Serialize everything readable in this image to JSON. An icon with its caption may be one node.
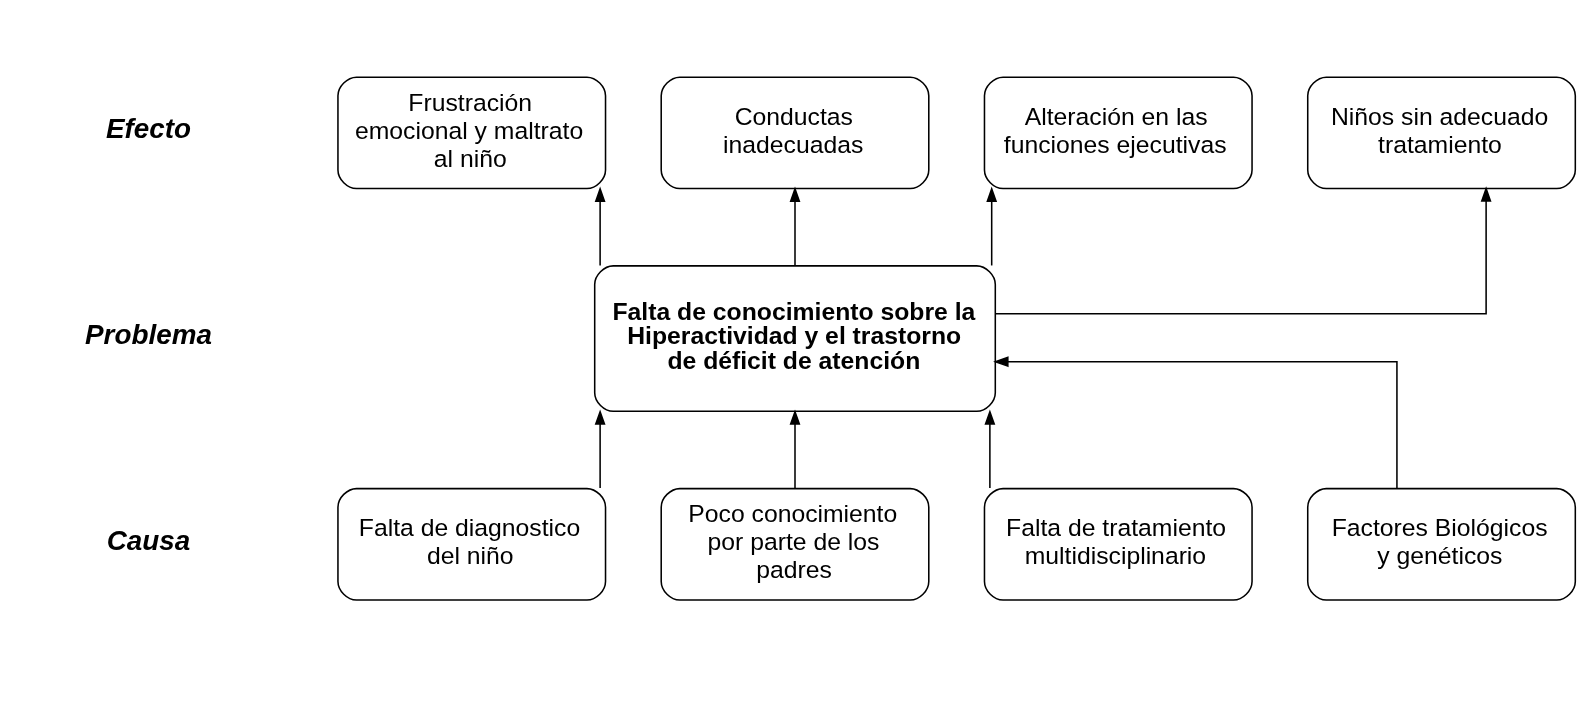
{
  "diagram": {
    "nodes": [
      {
        "text": [
          "Alteración en las funciones ejecutivas"
        ]
      },
      {
        "text": [
          "Niños sin adecuado tratamiento"
        ]
      },
      {
        "text": [
          "Frustración emocional y maltrato al niño"
        ]
      },
      {
        "text": [
          "Conductas inadecuadas"
        ]
      },
      {
        "text": [
          "Falta de conocimiento sobre la Hiperactividad y el trastorno de déficit de atención"
        ]
      },
      {
        "text": [
          "Factores Biológicos y genéticos"
        ]
      },
      {
        "text": [
          "Falta de diagnostico del niño"
        ]
      },
      {
        "text": [
          "Poco conocimiento por parte de los padres"
        ]
      },
      {
        "text": [
          "Falta de tratamiento multidisciplinario"
        ]
      }
    ],
    "edges": [
      {
        "from": 4,
        "to": 0,
        "arrow": "to"
      },
      {
        "from": 4,
        "to": 1,
        "arrow": "to"
      },
      {
        "from": 4,
        "to": 2,
        "arrow": "to"
      },
      {
        "from": 4,
        "to": 3,
        "arrow": "to"
      },
      {
        "from": 5,
        "to": 4,
        "arrow": "to"
      },
      {
        "from": 6,
        "to": 4,
        "arrow": "to"
      },
      {
        "from": 7,
        "to": 4,
        "arrow": "to"
      },
      {
        "from": 8,
        "to": 4,
        "arrow": "to"
      }
    ],
    "labels": [
      "Efecto",
      "Problema",
      "Causa"
    ]
  }
}
